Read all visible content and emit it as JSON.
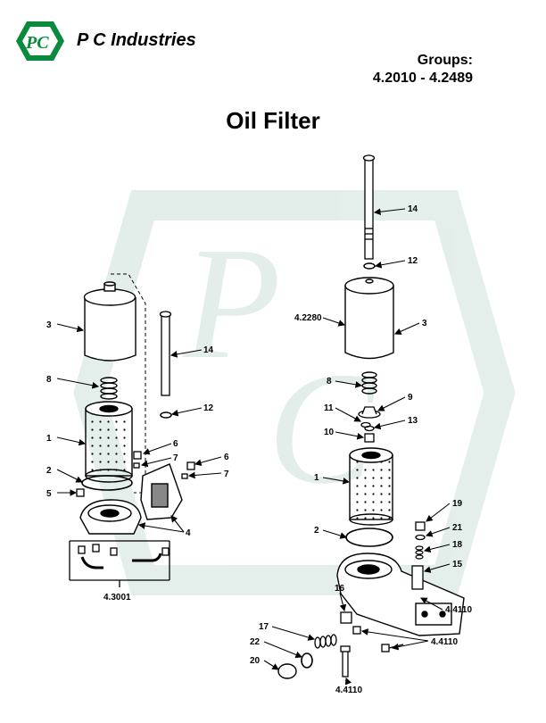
{
  "header": {
    "company": "P C Industries",
    "logo_text": "PC",
    "groups_label": "Groups:",
    "groups_range": "4.2010 - 4.2489"
  },
  "title": "Oil Filter",
  "watermark": {
    "text": "PC",
    "color": "#2e7d5a"
  },
  "colors": {
    "logo_green": "#0a8a3c",
    "ink": "#000000"
  },
  "callouts": {
    "left_3": "3",
    "left_14": "14",
    "left_8": "8",
    "left_12": "12",
    "left_1": "1",
    "left_6a": "6",
    "left_7a": "7",
    "left_6b": "6",
    "left_7b": "7",
    "left_2": "2",
    "left_5": "5",
    "left_4": "4",
    "left_43001": "4.3001",
    "right_14": "14",
    "right_12": "12",
    "right_42280": "4.2280",
    "right_3": "3",
    "right_8": "8",
    "right_9": "9",
    "right_11": "11",
    "right_13": "13",
    "right_10": "10",
    "right_1": "1",
    "right_19": "19",
    "right_2": "2",
    "right_21": "21",
    "right_18": "18",
    "right_15": "15",
    "right_16": "16",
    "right_44110a": "4.4110",
    "right_17": "17",
    "right_22": "22",
    "right_44110b": "4.4110",
    "right_20": "20",
    "right_44110c": "4.4110"
  }
}
